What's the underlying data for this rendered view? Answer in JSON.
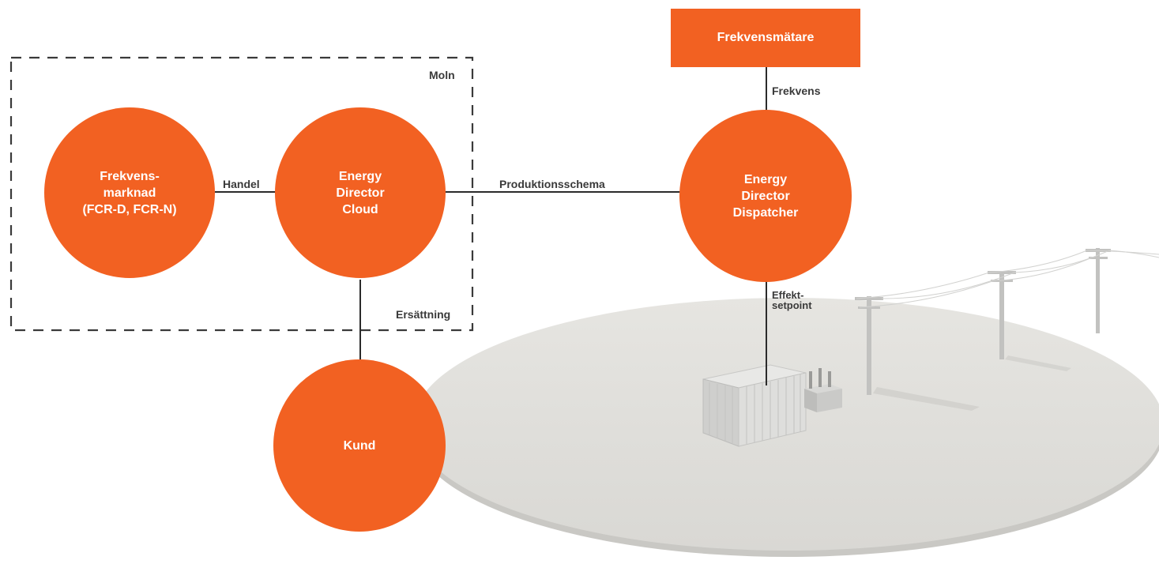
{
  "colors": {
    "accent": "#f26122",
    "connector": "#2b2b2b",
    "ground": "#e2e1dd",
    "dashed_frame": "#3a3a3a"
  },
  "diagram": {
    "cloud_group_label": "Moln",
    "nodes": {
      "frequency_market": "Frekvens-\nmarknad\n(FCR-D, FCR-N)",
      "energy_director_cloud": "Energy\nDirector\nCloud",
      "energy_director_dispatcher": "Energy\nDirector\nDispatcher",
      "customer": "Kund",
      "frequency_meter": "Frekvensmätare"
    },
    "edges": {
      "trade": "Handel",
      "production_schedule": "Produktionsschema",
      "frequency": "Frekvens",
      "compensation": "Ersättning",
      "power_setpoint": "Effekt-\nsetpoint"
    }
  }
}
